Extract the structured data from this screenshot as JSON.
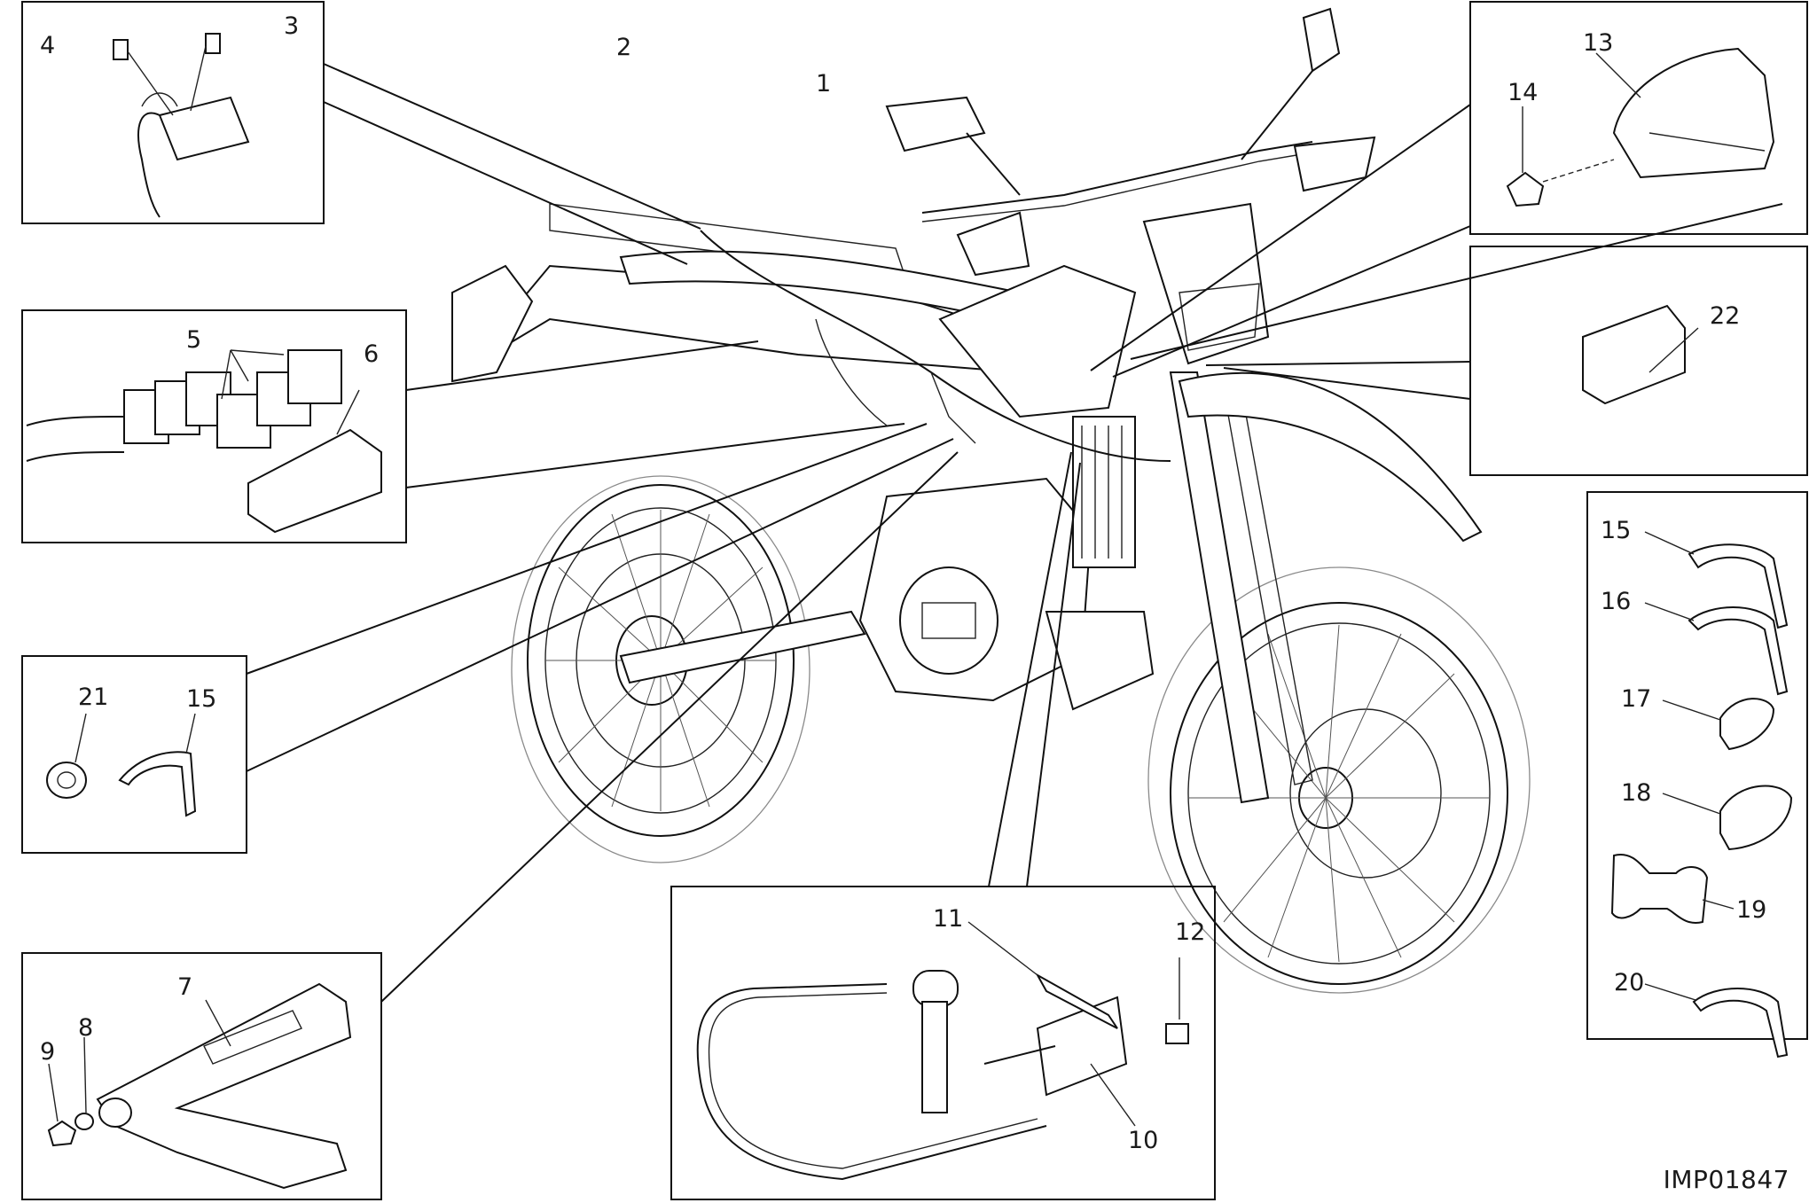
{
  "labels": {
    "c1": "1",
    "c2": "2",
    "c3": "3",
    "c4": "4",
    "c5": "5",
    "c6": "6",
    "c7": "7",
    "c8": "8",
    "c9": "9",
    "c10": "10",
    "c11": "11",
    "c12": "12",
    "c13": "13",
    "c14": "14",
    "c15a": "15",
    "c15b": "15",
    "c16": "16",
    "c17": "17",
    "c18": "18",
    "c19": "19",
    "c20": "20",
    "c21": "21",
    "c22": "22"
  },
  "drawing_code": "IMP01847"
}
